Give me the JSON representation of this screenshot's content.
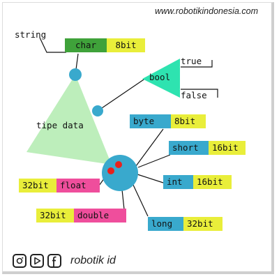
{
  "header": {
    "website": "www.robotikindonesia.com"
  },
  "diagram": {
    "root_label": "tipe data",
    "string_label": "string",
    "char": {
      "name": "char",
      "size": "8bit"
    },
    "bool": {
      "name": "bool",
      "values": [
        "true",
        "false"
      ]
    },
    "numbers": [
      {
        "name": "byte",
        "size": "8bit"
      },
      {
        "name": "short",
        "size": "16bit"
      },
      {
        "name": "int",
        "size": "16bit"
      },
      {
        "name": "long",
        "size": "32bit"
      },
      {
        "name": "double",
        "size": "32bit"
      },
      {
        "name": "float",
        "size": "32bit"
      }
    ]
  },
  "footer": {
    "icons": [
      "instagram-icon",
      "youtube-icon",
      "facebook-icon"
    ],
    "brand": "robotik id"
  },
  "colors": {
    "yellow": "#e9ee3a",
    "green": "#3fa23a",
    "blue": "#39a9cd",
    "pink": "#ef4e9c",
    "teal": "#2ee3b0",
    "light_green": "#bdeebb",
    "red": "#e8211d"
  }
}
